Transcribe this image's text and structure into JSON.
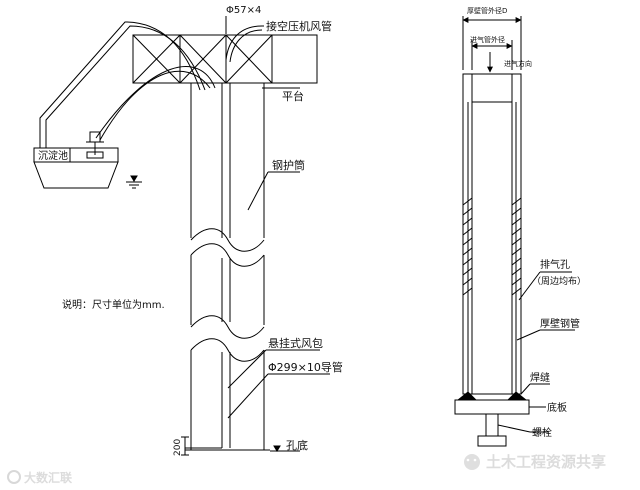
{
  "left_diagram": {
    "labels": {
      "pipe_spec": "Φ57×4",
      "air_pipe": "接空压机风管",
      "platform": "平台",
      "settling_tank": "沉淀池",
      "steel_casing": "钢护筒",
      "note": "说明：尺寸单位为mm.",
      "air_bag": "悬挂式风包",
      "guide_pipe": "Φ299×10导管",
      "hole_bottom": "孔底",
      "bottom_gap": "200"
    }
  },
  "right_diagram": {
    "labels": {
      "outer_dia": "厚壁管外径D",
      "inlet_dia": "进气管外径",
      "air_direction": "进气方向",
      "vent_holes": "排气孔",
      "vent_holes_note": "（周边均布）",
      "thick_pipe": "厚壁钢管",
      "weld": "焊缝",
      "base_plate": "底板",
      "bolt": "螺栓"
    }
  },
  "watermarks": {
    "left": "大数汇联",
    "right": "土木工程资源共享"
  }
}
